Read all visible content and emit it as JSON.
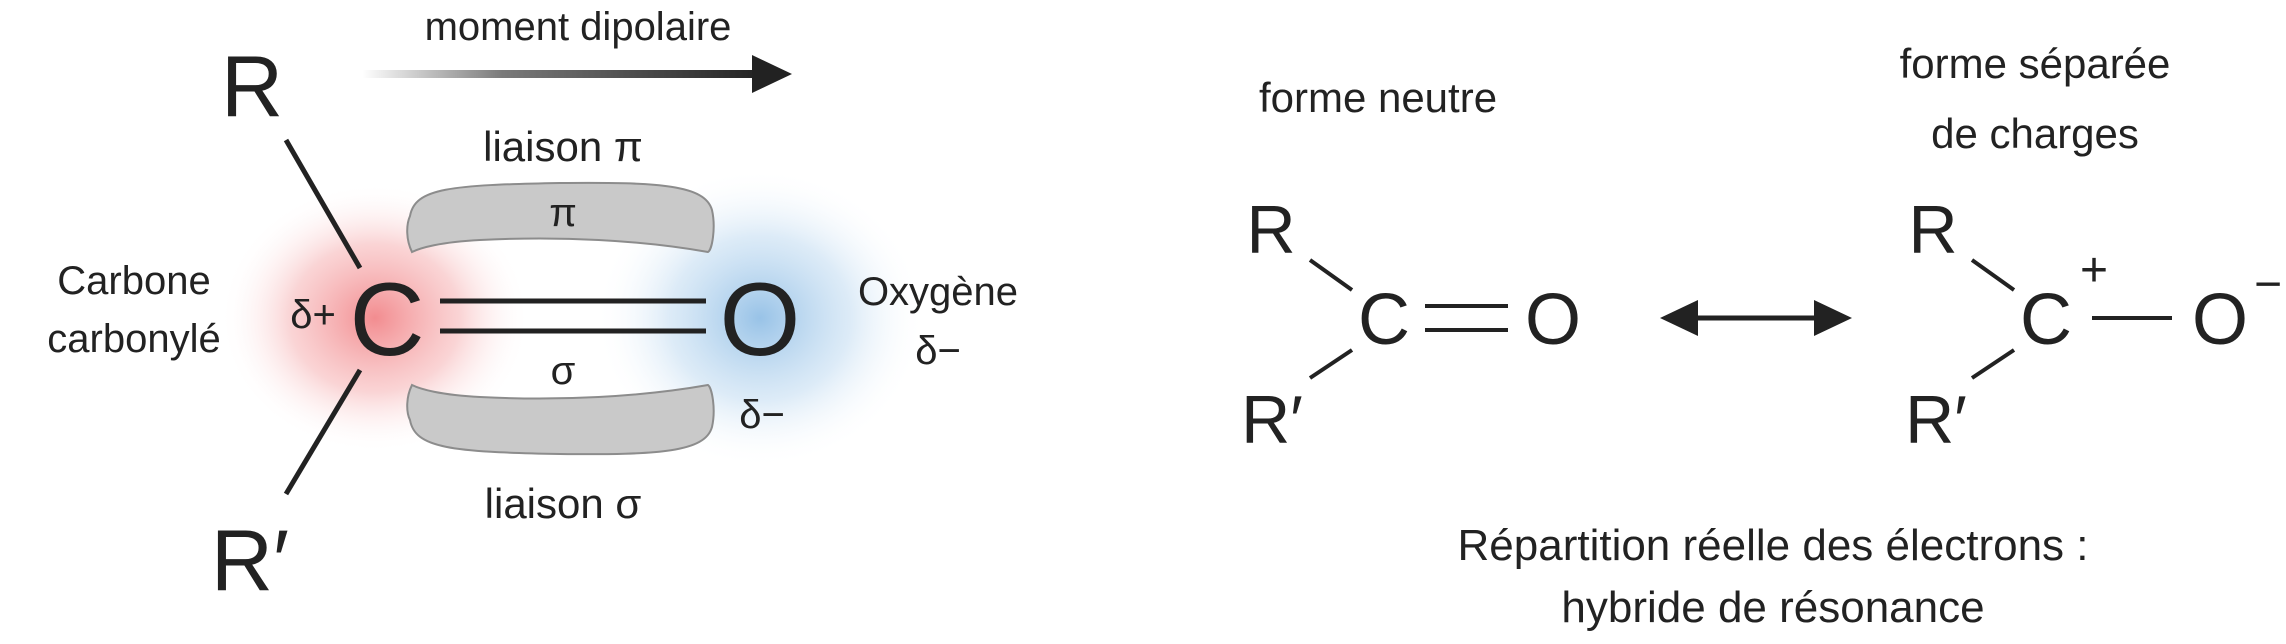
{
  "left_panel": {
    "dipole_moment_label": "moment dipolaire",
    "r_top": "R",
    "r_bottom": "R′",
    "carbon_symbol": "C",
    "oxygen_symbol": "O",
    "carbon_partial_charge": "δ+",
    "oxygen_partial_charge": "δ−",
    "carbon_caption_line1": "Carbone",
    "carbon_caption_line2": "carbonylé",
    "oxygen_caption_line1": "Oxygène",
    "oxygen_caption_line2": "δ−",
    "pi_bond_label": "liaison π",
    "pi_symbol": "π",
    "sigma_bond_label": "liaison σ",
    "sigma_symbol": "σ",
    "colors": {
      "carbon_glow": "#f0787c",
      "oxygen_glow": "#86b8e3",
      "orbital_fill": "#c9c9c9",
      "orbital_stroke": "#8c8c8c",
      "ink": "#222222"
    }
  },
  "right_panel": {
    "neutral_form_title": "forme neutre",
    "separated_form_title_line1": "forme séparée",
    "separated_form_title_line2": "de charges",
    "neutral": {
      "r_top": "R",
      "r_bottom": "R′",
      "carbon": "C",
      "oxygen": "O"
    },
    "separated": {
      "r_top": "R",
      "r_bottom": "R′",
      "carbon": "C",
      "carbon_charge": "+",
      "oxygen": "O",
      "oxygen_charge": "−"
    },
    "caption_line1": "Répartition réelle des électrons :",
    "caption_line2": "hybride de résonance"
  }
}
